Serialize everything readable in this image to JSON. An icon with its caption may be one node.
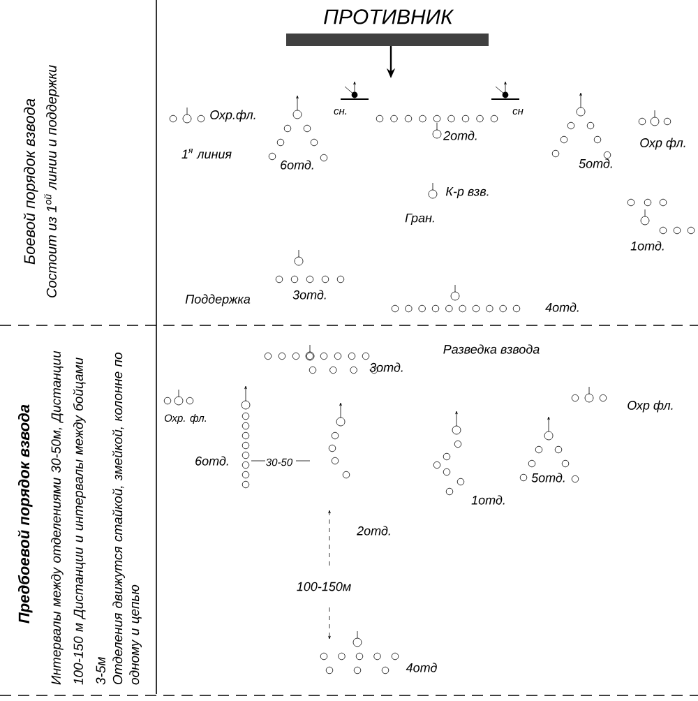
{
  "diagram": {
    "labels": [
      "Боевой порядок взвода",
      "Состоит из 1$^{ой}$ линии и поддержки",
      "ПРОТИВНИК",
      "Охр.фл.",
      "сн.",
      "сн",
      "1$^{я}$ линия",
      "6отд.",
      "2отд.",
      "5отд.",
      "Охр фл.",
      "К-р взв.",
      "Гран.",
      "1отд.",
      "3отд.",
      "Поддержка",
      "4отд.",
      "Предбоевой порядок взвода",
      "Интервалы между отделениями 30-50м, Дистанции 100-150 м Дистанции и интервалы между бойцами 3-5м",
      "Отделения движутся стайкой, змейкой, колонне по одному и цепью",
      "Разведка взвода",
      "3отд.",
      "Охр. фл.",
      "Охр фл.",
      "6отд.",
      "30-50",
      "1отд.",
      "5отд.",
      "2отд.",
      "100-150м",
      "4отд"
    ]
  }
}
